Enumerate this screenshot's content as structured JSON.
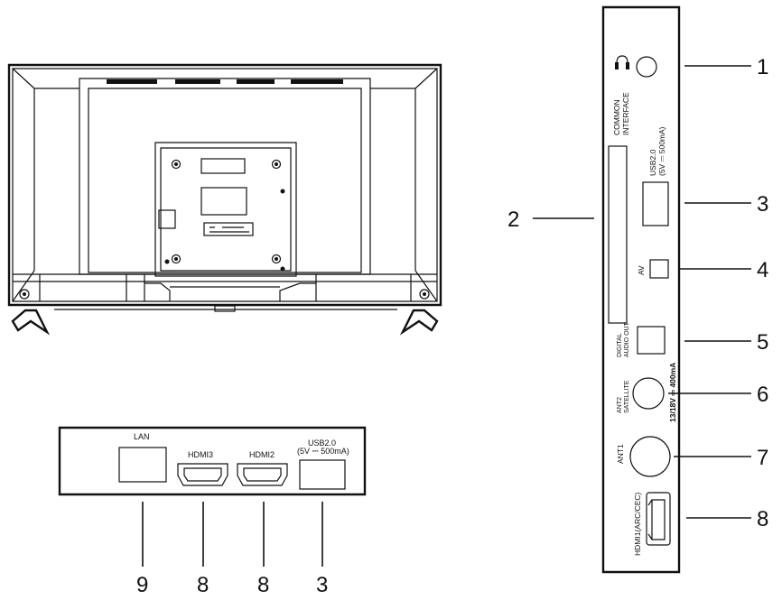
{
  "side_panel": {
    "common_interface": [
      "COMMON",
      "INTERFACE"
    ],
    "usb": [
      "USB2.0",
      "(5V ⎓ 500mA)"
    ],
    "av": "AV",
    "digital_audio_out": [
      "DIGITAL",
      "AUDIO OUT"
    ],
    "ant2_satellite": [
      "ANT2",
      "SATELLITE"
    ],
    "ant2_power": "13/18V ⎓ 400mA",
    "ant1": "ANT1",
    "hdmi1": "HDMI1(ARC/CEC)"
  },
  "side_callouts": [
    "1",
    "2",
    "3",
    "4",
    "5",
    "6",
    "7",
    "8"
  ],
  "bottom_panel": {
    "lan": "LAN",
    "hdmi3": "HDMI3",
    "hdmi2": "HDMI2",
    "usb": [
      "USB2.0",
      "(5V ⎓ 500mA)"
    ]
  },
  "bottom_callouts": [
    "9",
    "8",
    "8",
    "3"
  ]
}
